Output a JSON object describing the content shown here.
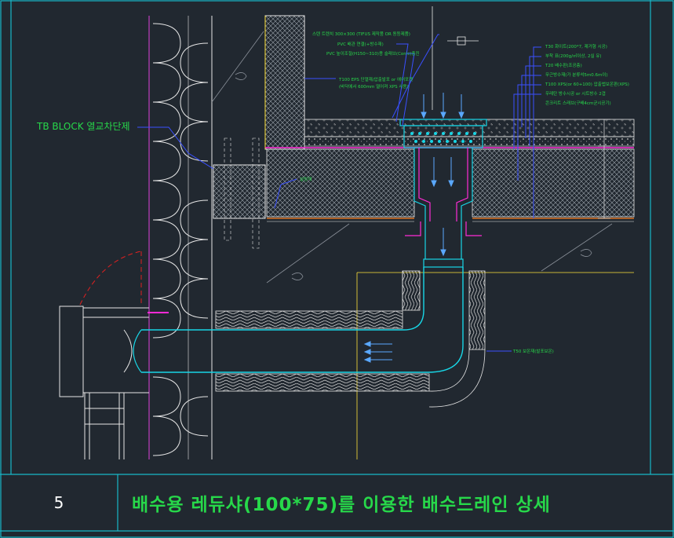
{
  "colors": {
    "background": "#212830",
    "frame": "#18b8c8",
    "title": "#27d84a",
    "label": "#27d84a",
    "leader": "#3a50ff",
    "wall": "#b43cb4",
    "membrane": "#ff2bd6",
    "drain": "#18d6e6",
    "outline": "#e6e6e6",
    "insulation": "#e6e6e6",
    "red": "#e02020",
    "yellow": "#ffe23a"
  },
  "title_block": {
    "number": "5",
    "title": "배수용 레듀샤(100*75)를 이용한 배수드레인 상세"
  },
  "labels": {
    "tb_block": "TB BLOCK 열교차단제",
    "drain_grating": "스텐 트렌치 300×300 (TIFUS 제작품 OR 동등제품)",
    "pvc_pipe_1": "PVC 배관 연결(+방수재)",
    "pvc_pipe_2": "PVC 높이조절(H150~310)용 슬래브(Con'c)충진",
    "t100_eps": "T100 EPS 단열재/압출발포 or 에어포켓",
    "t100_eps_2": "(바닥에서 600mm 떨어져 XPS 사용)",
    "sealant": "실링재",
    "right_1": "T30 화이트(200*7, 제거형 시공)",
    "right_2": "부착 표(200g/㎡이상, 2실 유)",
    "right_3": "T20 배수판(조공층)",
    "right_4": "무근방수재(가 분류석5m0.6m이)",
    "right_5": "T100 XPS(or 60+100) 압출법보온판(XPS)",
    "right_6": "우레탄 방수시공 or 시트방수 2겹",
    "right_7": "콘크리트 스래브(구배4cm균시공기)",
    "t50_insulation": "T50 보온재(발포보온)"
  }
}
